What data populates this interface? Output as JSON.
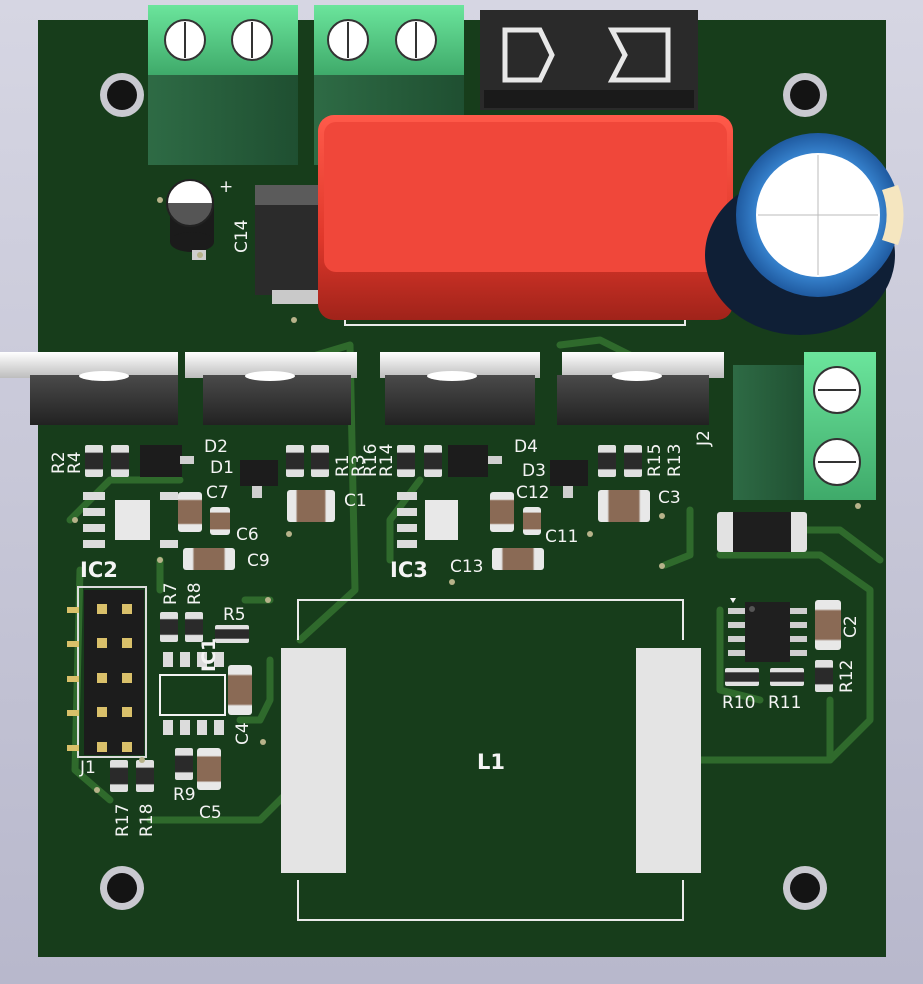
{
  "board": {
    "colors": {
      "background_top": "#d6d6e3",
      "background_bottom": "#b8b8cc",
      "pcb": "#173d1b",
      "copper_trace": "#2f6a2c",
      "silkscreen": "#f4f4f4",
      "capacitor_body": "#e0382b",
      "terminal_green": "#5fd88f",
      "smd_body": "#8a6a55"
    },
    "labels": {
      "ic2": "IC2",
      "ic3": "IC3",
      "ic1": "IC1",
      "l1": "L1",
      "j1": "J1",
      "j2": "J2",
      "c1": "C1",
      "c2": "C2",
      "c3": "C3",
      "c4": "C4",
      "c5": "C5",
      "c6": "C6",
      "c7": "C7",
      "c9": "C9",
      "c11": "C11",
      "c12": "C12",
      "c13": "C13",
      "c14": "C14",
      "d1": "D1",
      "d2": "D2",
      "d3": "D3",
      "d4": "D4",
      "r1": "R1",
      "r2": "R2",
      "r3": "R3",
      "r4": "R4",
      "r5": "R5",
      "r7": "R7",
      "r8": "R8",
      "r9": "R9",
      "r10": "R10",
      "r11": "R11",
      "r12": "R12",
      "r13": "R13",
      "r14": "R14",
      "r15": "R15",
      "r16": "R16",
      "r17": "R17",
      "r18": "R18",
      "plus": "+"
    }
  }
}
